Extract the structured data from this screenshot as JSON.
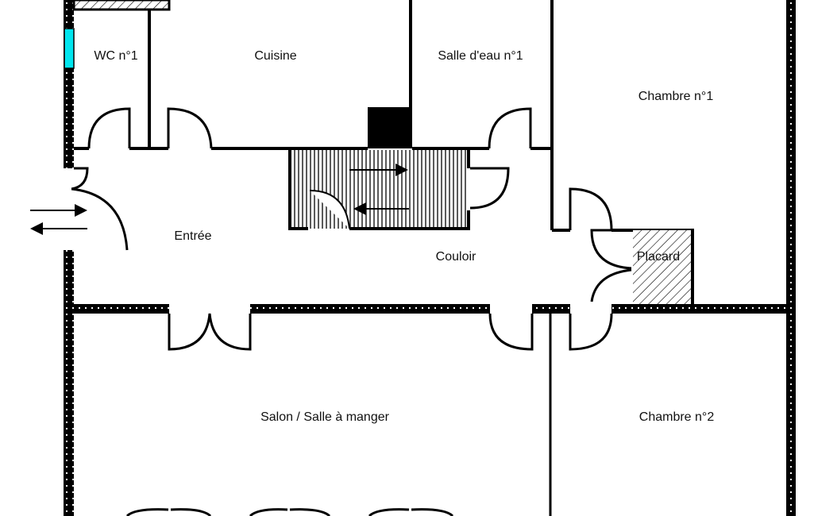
{
  "rooms": {
    "wc1": "WC n°1",
    "cuisine": "Cuisine",
    "salle_eau1": "Salle d'eau n°1",
    "chambre1": "Chambre n°1",
    "entree": "Entrée",
    "couloir": "Couloir",
    "placard": "Placard",
    "salon": "Salon / Salle à manger",
    "chambre2": "Chambre n°2"
  },
  "colors": {
    "wall": "#000000",
    "window": "#00e5ee",
    "background": "#ffffff"
  }
}
